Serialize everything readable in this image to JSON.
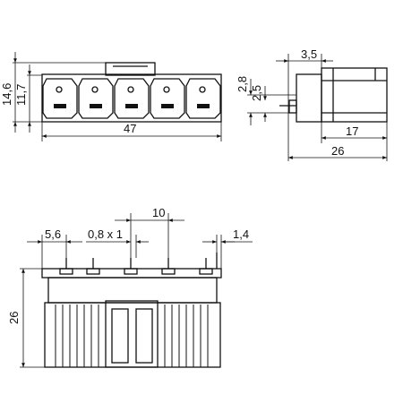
{
  "colors": {
    "ink": "#111111",
    "background": "#ffffff"
  },
  "dimensions": {
    "front_height_outer": "14,6",
    "front_height_inner": "11,7",
    "front_width": "47",
    "side_top_width": "3,5",
    "side_offset_a": "2,8",
    "side_offset_b": "2,5",
    "side_inner_width": "17",
    "side_width": "26",
    "bottom_edge": "5,6",
    "bottom_pin_size": "0,8 x 1",
    "bottom_pitch": "10",
    "bottom_pin_offset": "1,4",
    "bottom_height": "26"
  }
}
